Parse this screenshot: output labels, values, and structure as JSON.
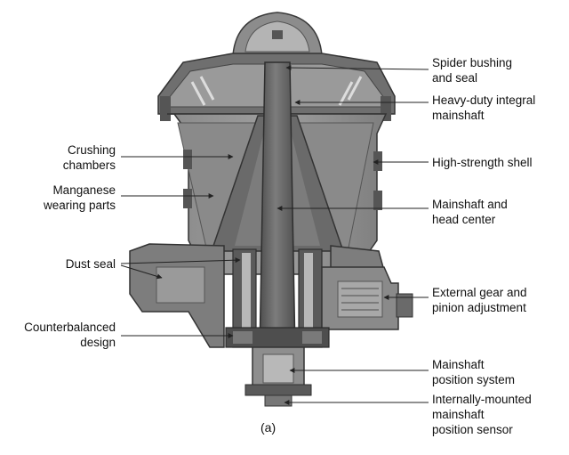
{
  "diagram": {
    "caption": "(a)",
    "labels_left": [
      {
        "id": "crushing-chambers",
        "lines": [
          "Crushing",
          "chambers"
        ]
      },
      {
        "id": "manganese-wearing-parts",
        "lines": [
          "Manganese",
          "wearing parts"
        ]
      },
      {
        "id": "dust-seal",
        "lines": [
          "Dust seal"
        ]
      },
      {
        "id": "counterbalanced-design",
        "lines": [
          "Counterbalanced",
          "design"
        ]
      }
    ],
    "labels_right": [
      {
        "id": "spider-bushing-and-seal",
        "lines": [
          "Spider bushing",
          "and seal"
        ]
      },
      {
        "id": "heavy-duty-integral-mainshaft",
        "lines": [
          "Heavy-duty integral",
          "mainshaft"
        ]
      },
      {
        "id": "high-strength-shell",
        "lines": [
          "High-strength shell"
        ]
      },
      {
        "id": "mainshaft-and-head-center",
        "lines": [
          "Mainshaft and",
          "head center"
        ]
      },
      {
        "id": "external-gear-and-pinion-adjustment",
        "lines": [
          "External gear and",
          "pinion adjustment"
        ]
      },
      {
        "id": "mainshaft-position-system",
        "lines": [
          "Mainshaft",
          "position system"
        ]
      },
      {
        "id": "internally-mounted-mainshaft-position-sensor",
        "lines": [
          "Internally-mounted",
          "mainshaft",
          "position sensor"
        ]
      }
    ]
  },
  "colors": {
    "body_dark": "#4a4a4a",
    "body_mid": "#7a7a7a",
    "body_light": "#a9a9a9",
    "shaft": "#5e5e5e",
    "leader": "#222222"
  }
}
